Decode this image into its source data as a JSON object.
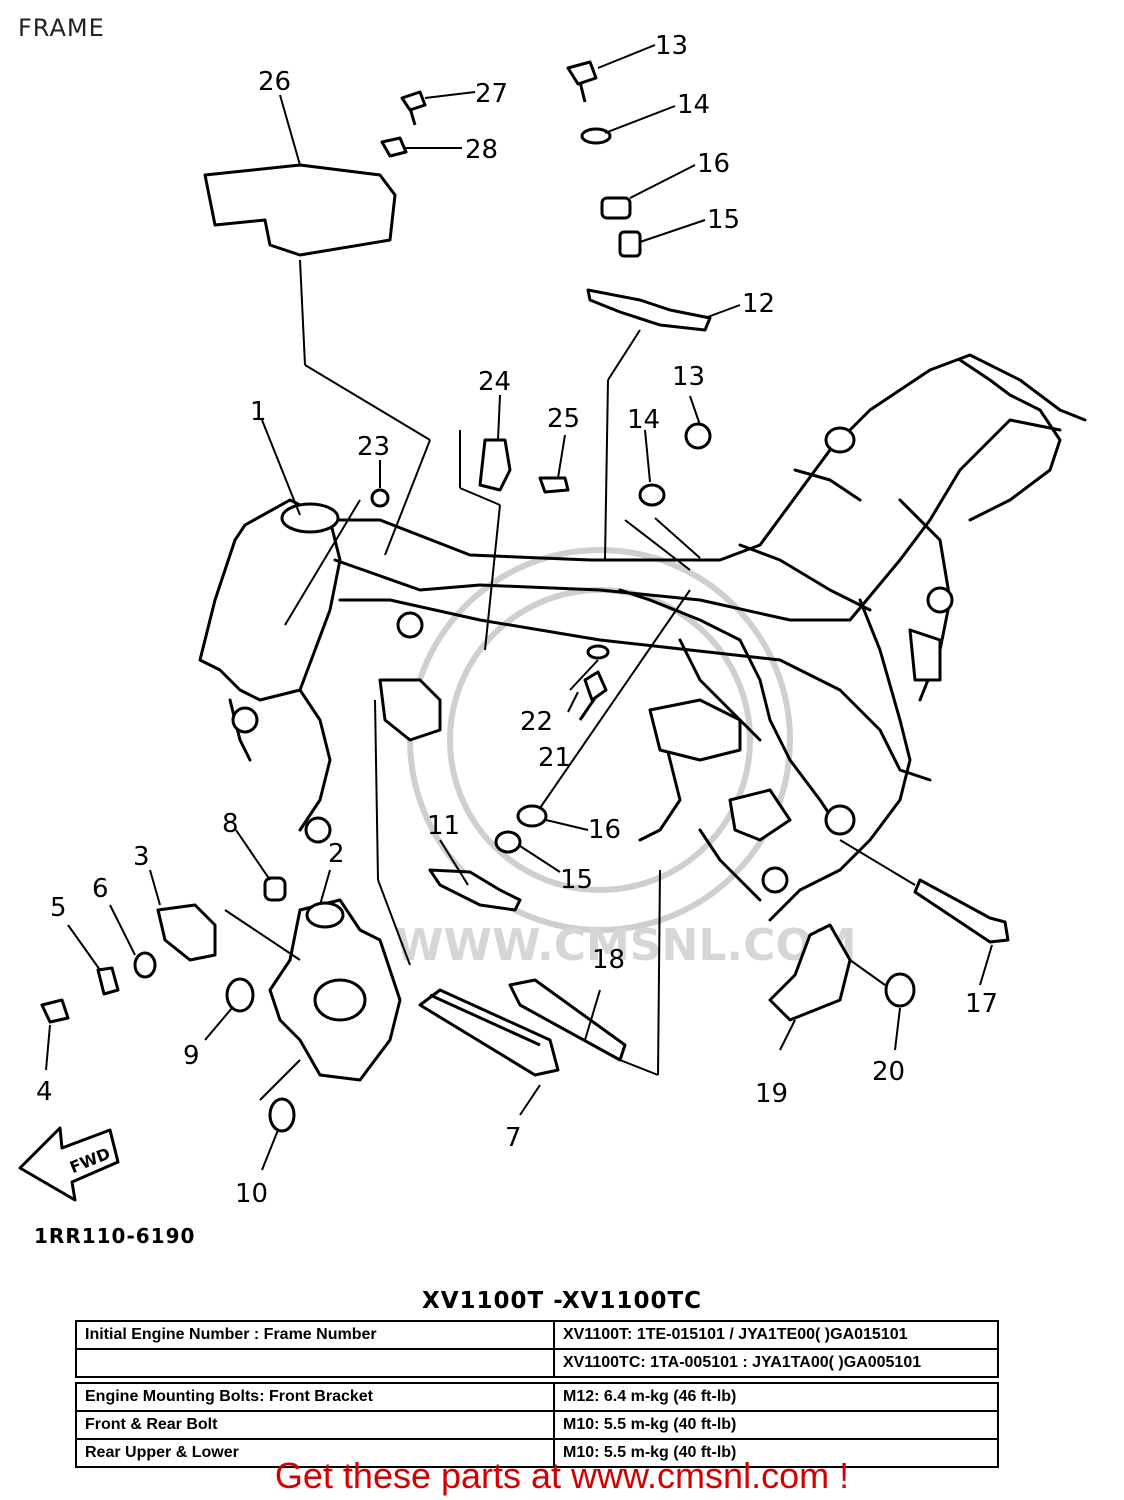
{
  "page": {
    "title": "FRAME"
  },
  "callouts": {
    "c1": "1",
    "c2": "2",
    "c3": "3",
    "c4": "4",
    "c5": "5",
    "c6": "6",
    "c7": "7",
    "c8": "8",
    "c9": "9",
    "c10": "10",
    "c11": "11",
    "c12": "12",
    "c13a": "13",
    "c13b": "13",
    "c14a": "14",
    "c14b": "14",
    "c15a": "15",
    "c15b": "15",
    "c16a": "16",
    "c16b": "16",
    "c17": "17",
    "c18": "18",
    "c19": "19",
    "c20": "20",
    "c21": "21",
    "c22": "22",
    "c23": "23",
    "c24": "24",
    "c25": "25",
    "c26": "26",
    "c27": "27",
    "c28": "28"
  },
  "arrow": {
    "label": "FWD"
  },
  "watermark": {
    "text": "WWW.CMSNL.COM"
  },
  "drawing_code": "1RR110-6190",
  "table": {
    "title": "XV1100T -XV1100TC",
    "rows_top": [
      {
        "label": "Initial Engine Number : Frame Number",
        "value": "XV1100T: 1TE-015101 / JYA1TE00( )GA015101"
      },
      {
        "label": "",
        "value": "XV1100TC: 1TA-005101 : JYA1TA00( )GA005101"
      }
    ],
    "rows_bottom": [
      {
        "label": "Engine Mounting Bolts: Front Bracket",
        "value": "M12: 6.4 m-kg (46 ft-lb)"
      },
      {
        "label": "Front & Rear Bolt",
        "value": "M10: 5.5 m-kg (40 ft-lb)"
      },
      {
        "label": "Rear Upper & Lower",
        "value": "M10: 5.5 m-kg (40 ft-lb)"
      }
    ]
  },
  "banner": {
    "text": "Get these parts at www.cmsnl.com !"
  }
}
